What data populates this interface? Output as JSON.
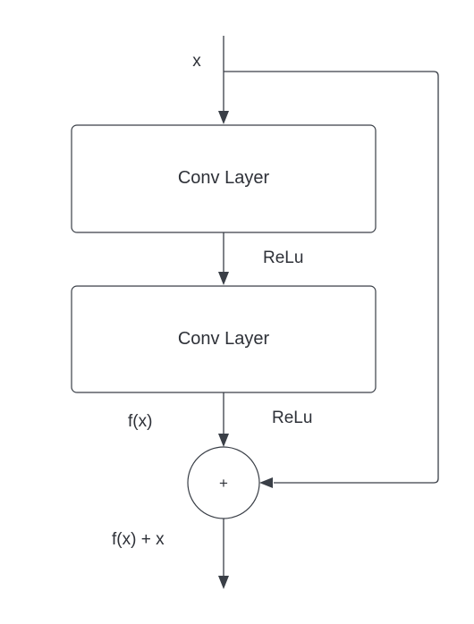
{
  "diagram": {
    "input_label": "x",
    "layer1": {
      "label": "Conv Layer"
    },
    "activation1": "ReLu",
    "layer2": {
      "label": "Conv Layer"
    },
    "activation2": "ReLu",
    "fx_label": "f(x)",
    "add_symbol": "+",
    "output_label": "f(x) + x"
  },
  "colors": {
    "stroke": "#3a3f47",
    "text": "#2e3138",
    "background": "#ffffff"
  }
}
